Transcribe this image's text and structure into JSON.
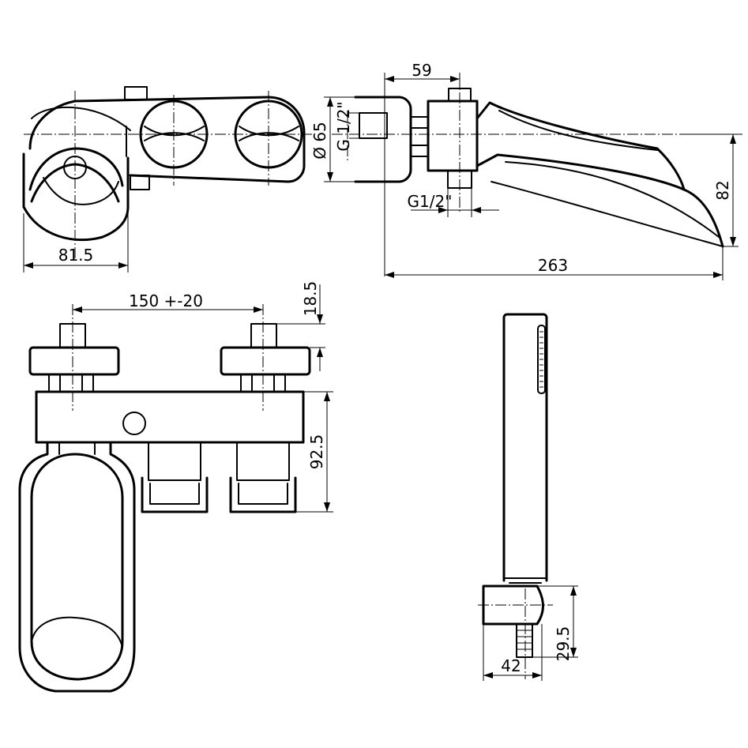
{
  "dimensions": {
    "top_view_width": "81.5",
    "side_inlet_spacing": "59",
    "side_diameter": "Ø 65",
    "side_thread_upper": "G 1/2\"",
    "side_thread_lower": "G1/2\"",
    "side_height": "82",
    "side_length": "263",
    "front_centers": "150 +-20",
    "front_connector": "18.5",
    "front_height": "92.5",
    "shower_base_height": "29.5",
    "shower_base_width": "42"
  }
}
